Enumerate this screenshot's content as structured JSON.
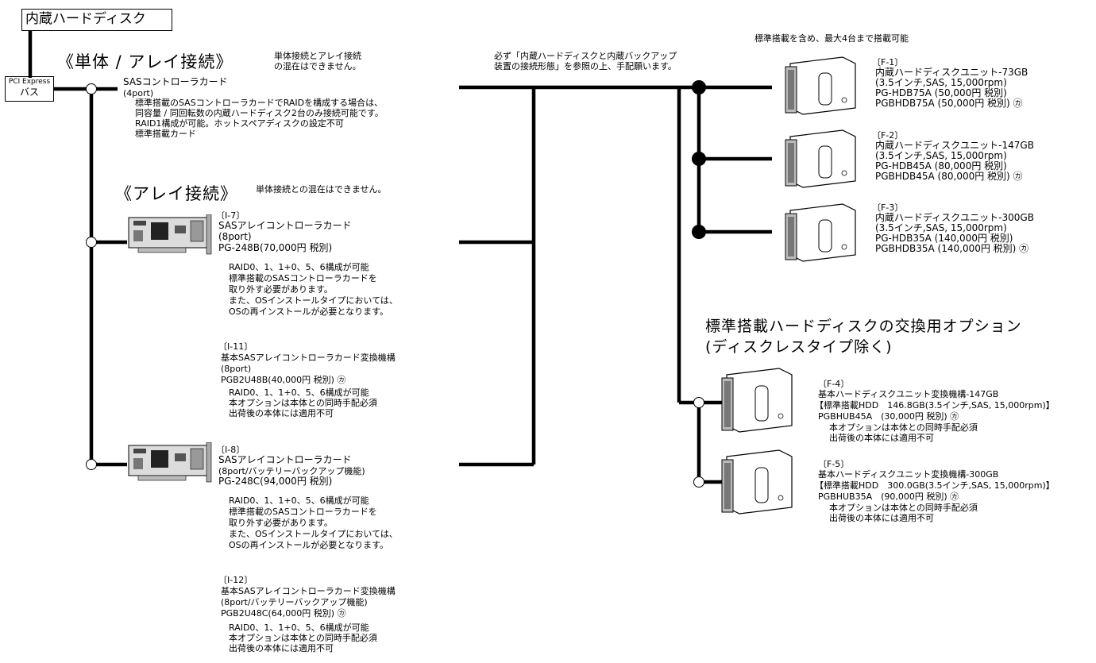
{
  "header": {
    "title": "内蔵ハードディスク"
  },
  "pci": {
    "line1": "PCI Express",
    "line2": "バス"
  },
  "single_section": {
    "heading": "《単体 / アレイ接続》",
    "note1": "単体接続とアレイ接続",
    "note2": "の混在はできません。"
  },
  "sas_card": {
    "name": "SASコントローラカード",
    "ports": "(4port)",
    "desc1": "標準搭載のSASコントローラカードでRAIDを構成する場合は、",
    "desc2": "同容量 / 同回転数の内蔵ハードディスク2台のみ接続可能です。",
    "desc3": "RAID1構成が可能。ホットスペアディスクの設定不可",
    "desc4": "標準搭載カード"
  },
  "array_section": {
    "heading": "《アレイ接続》",
    "note": "単体接続との混在はできません。"
  },
  "i7": {
    "code": "〔I-7〕",
    "name": "SASアレイコントローラカード",
    "ports": "(8port)",
    "model": "PG-248B(70,000円 税別)",
    "d1": "RAID0、1、1+0、5、6構成が可能",
    "d2": "標準搭載のSASコントローラカードを",
    "d3": "取り外す必要があります。",
    "d4": "また、OSインストールタイプにおいては、",
    "d5": "OSの再インストールが必要となります。"
  },
  "i11": {
    "code": "〔I-11〕",
    "name": "基本SASアレイコントローラカード変換機構",
    "ports": "(8port)",
    "model": "PGB2U48B(40,000円 税別) ㋕",
    "d1": "RAID0、1、1+0、5、6構成が可能",
    "d2": "本オプションは本体との同時手配必須",
    "d3": "出荷後の本体には適用不可"
  },
  "i8": {
    "code": "〔I-8〕",
    "name": "SASアレイコントローラカード",
    "ports": "(8port/バッテリーバックアップ機能)",
    "model": "PG-248C(94,000円 税別)",
    "d1": "RAID0、1、1+0、5、6構成が可能",
    "d2": "標準搭載のSASコントローラカードを",
    "d3": "取り外す必要があります。",
    "d4": "また、OSインストールタイプにおいては、",
    "d5": "OSの再インストールが必要となります。"
  },
  "i12": {
    "code": "〔I-12〕",
    "name": "基本SASアレイコントローラカード変換機構",
    "ports": "(8port/バッテリーバックアップ機能)",
    "model": "PGB2U48C(64,000円 税別) ㋕",
    "d1": "RAID0、1、1+0、5、6構成が可能",
    "d2": "本オプションは本体との同時手配必須",
    "d3": "出荷後の本体には適用不可"
  },
  "middle_note": {
    "line1": "必ず「内蔵ハードディスクと内蔵バックアップ",
    "line2": "装置の接続形態」を参照の上、手配願います。"
  },
  "top_right_note": "標準搭載を含め、最大4台まで搭載可能",
  "f1": {
    "code": "〔F-1〕",
    "name": "内蔵ハードディスクユニット-73GB",
    "spec": "(3.5インチ,SAS, 15,000rpm)",
    "model1": "PG-HDB75A (50,000円 税別)",
    "model2": "PGBHDB75A (50,000円 税別) ㋕"
  },
  "f2": {
    "code": "〔F-2〕",
    "name": "内蔵ハードディスクユニット-147GB",
    "spec": "(3.5インチ,SAS, 15,000rpm)",
    "model1": "PG-HDB45A (80,000円 税別)",
    "model2": "PGBHDB45A (80,000円 税別) ㋕"
  },
  "f3": {
    "code": "〔F-3〕",
    "name": "内蔵ハードディスクユニット-300GB",
    "spec": "(3.5インチ,SAS, 15,000rpm)",
    "model1": "PG-HDB35A (140,000円 税別)",
    "model2": "PGBHDB35A (140,000円 税別) ㋕"
  },
  "exchange_section": {
    "heading1": "標準搭載ハードディスクの交換用オプション",
    "heading2": "(ディスクレスタイプ除く)"
  },
  "f4": {
    "code": "〔F-4〕",
    "name": "基本ハードディスクユニット変換機構-147GB",
    "spec": "【標準搭載HDD　146.8GB(3.5インチ,SAS, 15,000rpm)】",
    "model": "PGBHUB45A　(30,000円 税別) ㋕",
    "d1": "本オプションは本体との同時手配必須",
    "d2": "出荷後の本体には適用不可"
  },
  "f5": {
    "code": "〔F-5〕",
    "name": "基本ハードディスクユニット変換機構-300GB",
    "spec": "【標準搭載HDD　300.0GB(3.5インチ,SAS, 15,000rpm)】",
    "model": "PGBHUB35A　(90,000円 税別) ㋕",
    "d1": "本オプションは本体との同時手配必須",
    "d2": "出荷後の本体には適用不可"
  }
}
